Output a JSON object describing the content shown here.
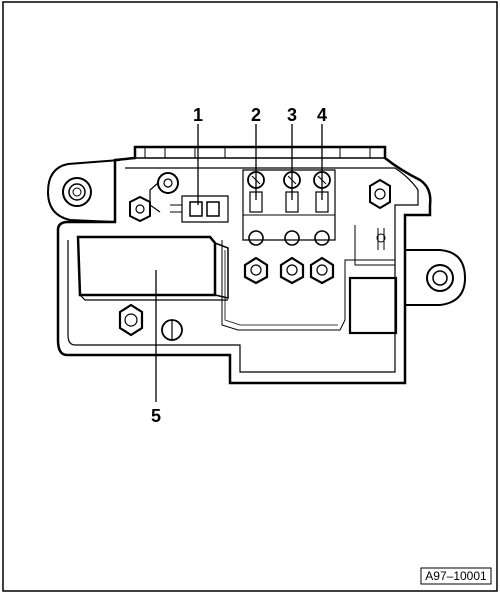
{
  "diagram": {
    "callouts": [
      {
        "id": "1",
        "label": "1"
      },
      {
        "id": "2",
        "label": "2"
      },
      {
        "id": "3",
        "label": "3"
      },
      {
        "id": "4",
        "label": "4"
      },
      {
        "id": "5",
        "label": "5"
      }
    ],
    "figure_id": "A97–10001"
  },
  "colors": {
    "line": "#000000",
    "background": "#ffffff"
  }
}
